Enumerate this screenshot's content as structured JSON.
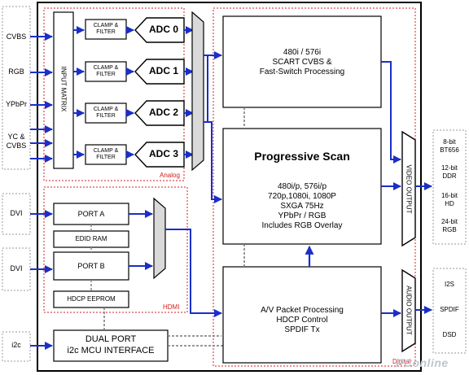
{
  "inputs": {
    "cvbs": "CVBS",
    "rgb": "RGB",
    "ypbpr": "YPbPr",
    "yc_cvbs_line1": "YC &",
    "yc_cvbs_line2": "CVBS",
    "dvi_a": "DVI",
    "dvi_b": "DVI",
    "i2c": "i2c"
  },
  "input_matrix": "INPUT MATRIX",
  "clamp_filter": {
    "line1": "CLAMP &",
    "line2": "FILTER"
  },
  "adcs": [
    "ADC 0",
    "ADC 1",
    "ADC 2",
    "ADC 3"
  ],
  "regions": {
    "analog": "Analog",
    "hdmi": "HDMI",
    "digital": "Digital"
  },
  "hdmi_blocks": {
    "port_a": "PORT A",
    "edid_ram": "EDID RAM",
    "port_b": "PORT B",
    "hdcp_eeprom": "HDCP EEPROM"
  },
  "mcu": {
    "line1": "DUAL PORT",
    "line2": "i2c MCU INTERFACE"
  },
  "scart": {
    "line1": "480i / 576i",
    "line2": "SCART CVBS &",
    "line3": "Fast-Switch Processing"
  },
  "progressive": {
    "title": "Progressive Scan",
    "line1": "480i/p, 576i/p",
    "line2": "720p,1080i, 1080P",
    "line3": "SXGA 75Hz",
    "line4": "YPbPr / RGB",
    "line5": "Includes RGB Overlay"
  },
  "av_packet": {
    "line1": "A/V Packet Processing",
    "line2": "HDCP Control",
    "line3": "SPDIF Tx"
  },
  "video_output": "VIDEO OUTPUT",
  "audio_output": "AUDIO OUTPUT",
  "video_formats": [
    {
      "l1": "8-bit",
      "l2": "BT656"
    },
    {
      "l1": "12-bit",
      "l2": "DDR"
    },
    {
      "l1": "16-bit",
      "l2": "HD"
    },
    {
      "l1": "24-bit",
      "l2": "RGB"
    }
  ],
  "audio_formats": [
    "I2S",
    "SPDIF",
    "DSD"
  ],
  "watermark": "PConline",
  "colors": {
    "arrow_blue": "#1a2fc8",
    "region_red": "#d02020",
    "block_border": "#000000",
    "adc_fill": "#ffffff",
    "mux_fill": "#d9d9d9"
  }
}
